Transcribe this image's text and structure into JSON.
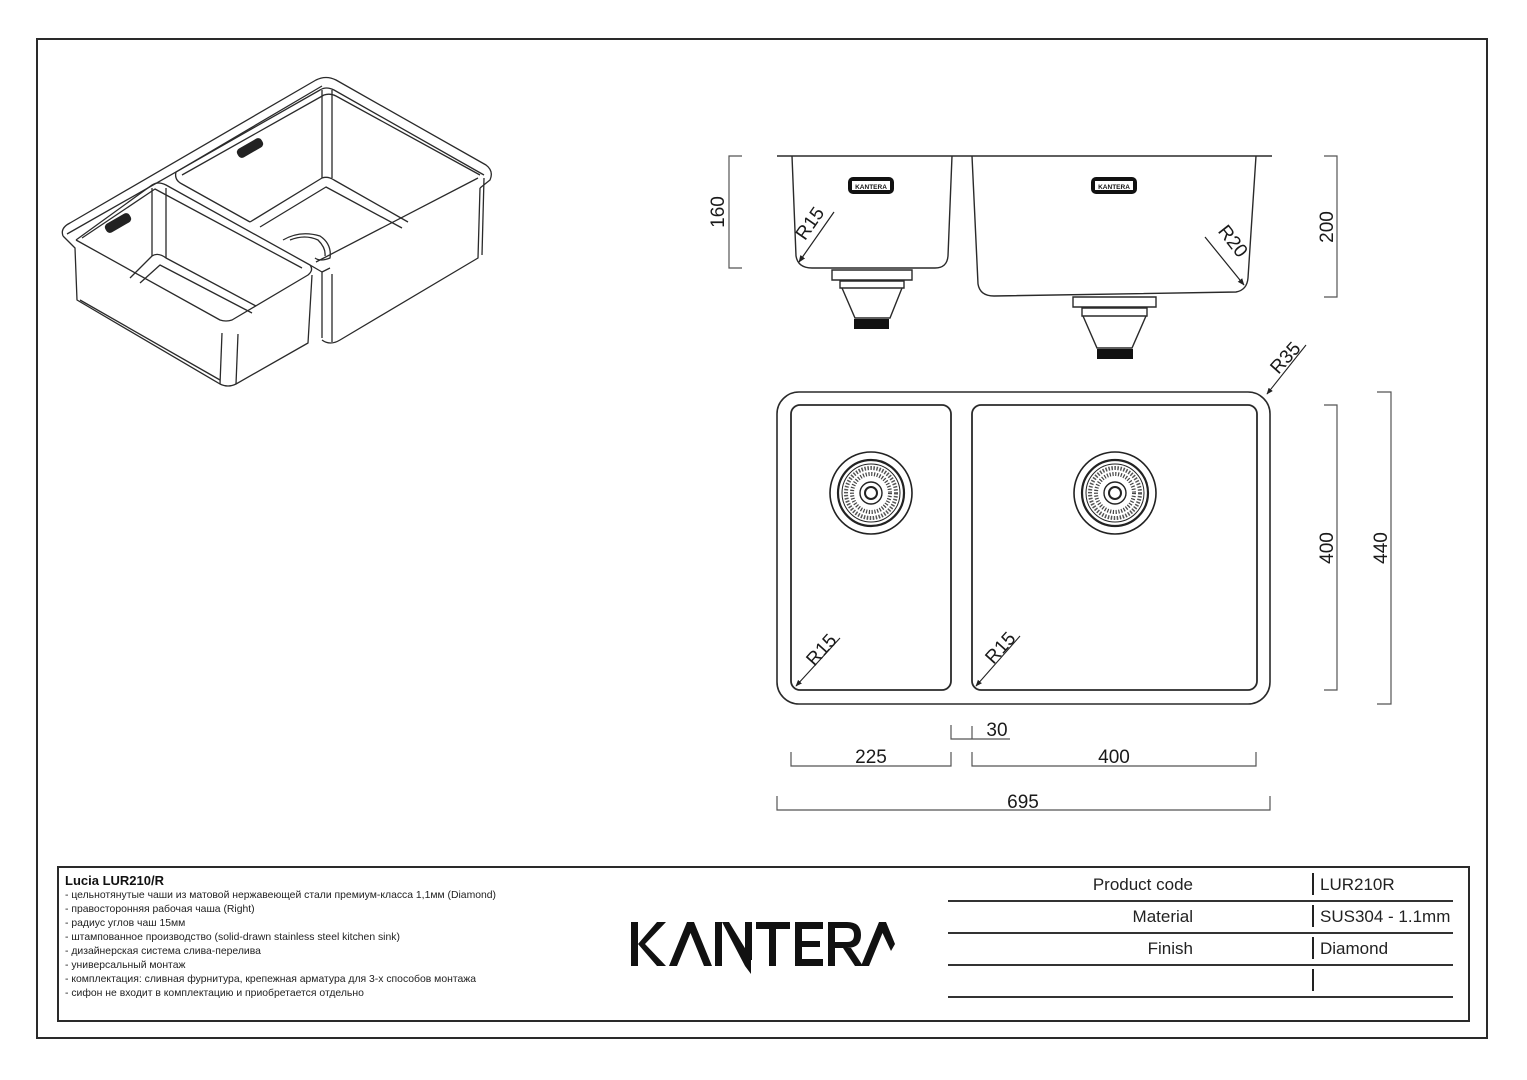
{
  "drawing": {
    "isometric_view": {
      "label": "isometric-sink-view"
    },
    "front_section": {
      "small_bowl_depth": "160",
      "large_bowl_depth": "200",
      "small_bowl_corner_radius": "R15",
      "large_bowl_corner_radius": "R20",
      "badge_text": "KANTERA"
    },
    "top_view": {
      "outer_corner_radius": "R35",
      "left_bowl_corner_radius": "R15",
      "right_bowl_corner_radius": "R15",
      "inner_height": "400",
      "outer_height": "440",
      "left_bowl_width": "225",
      "divider_width": "30",
      "right_bowl_width": "400",
      "overall_width": "695"
    }
  },
  "title_block": {
    "product_title": "Lucia LUR210/R",
    "features": [
      "- цельнотянутые чаши из матовой нержавеющей стали премиум-класса 1,1мм (Diamond)",
      "- правосторонняя рабочая чаша (Right)",
      "- радиус углов чаш 15мм",
      "- штампованное производство (solid-drawn stainless steel kitchen sink)",
      "- дизайнерская система слива-перелива",
      "- универсальный монтаж",
      "- комплектация: сливная фурнитура, крепежная арматура для 3-х способов монтажа",
      "- сифон не входит в комплектацию и приобретается отдельно"
    ],
    "brand_logo": "KANTERA",
    "specs": [
      {
        "label": "Product code",
        "value": "LUR210R"
      },
      {
        "label": "Material",
        "value": "SUS304 - 1.1mm"
      },
      {
        "label": "Finish",
        "value": "Diamond"
      },
      {
        "label": "",
        "value": ""
      }
    ]
  },
  "colors": {
    "line": "#2a2a2a",
    "dimension_line": "#555555",
    "background": "#ffffff"
  }
}
